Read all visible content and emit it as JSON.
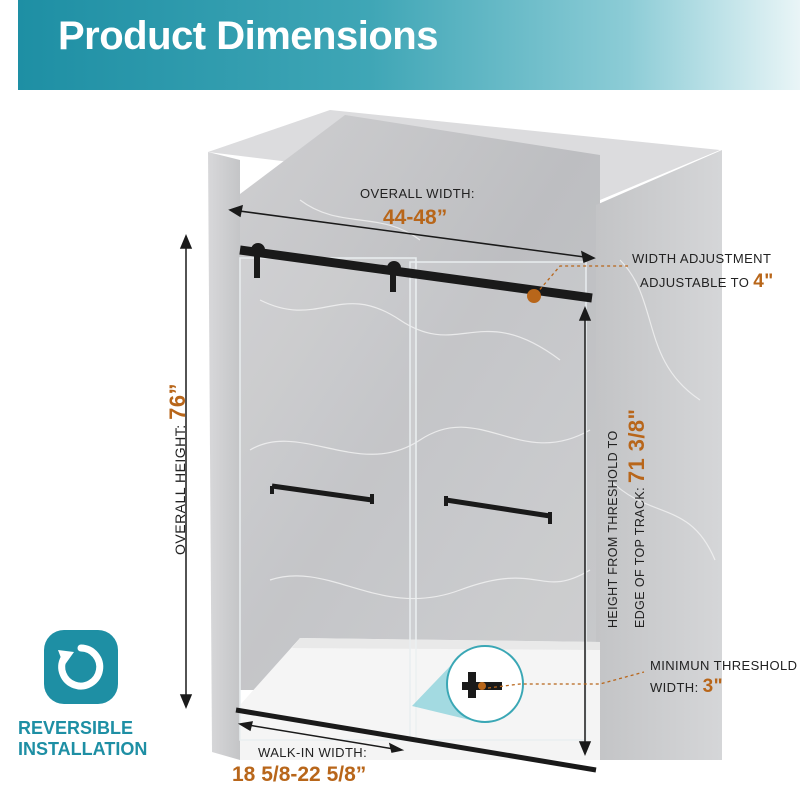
{
  "banner": {
    "title": "Product Dimensions"
  },
  "dimensions": {
    "overall_width": {
      "label": "OVERALL WIDTH:",
      "value": "44-48”"
    },
    "width_adjustment": {
      "label": "WIDTH ADJUSTMENT",
      "prefix": "ADJUSTABLE TO",
      "value": "4\""
    },
    "overall_height": {
      "label": "OVERALL HEIGHT:",
      "value": "76”"
    },
    "threshold_height": {
      "line1": "HEIGHT FROM THRESHOLD TO",
      "line2": "EDGE OF TOP TRACK:",
      "value": "71 3/8\""
    },
    "min_threshold": {
      "line1": "MINIMUN THRESHOLD",
      "line2": "WIDTH:",
      "value": "3\""
    },
    "walk_in_width": {
      "label": "WALK-IN WIDTH:",
      "value": "18 5/8-22 5/8”"
    }
  },
  "feature": {
    "icon": "reversible-icon",
    "line1": "REVERSIBLE",
    "line2": "INSTALLATION"
  },
  "colors": {
    "accent": "#1e8fa4",
    "value": "#b8661a",
    "hardware": "#1a1a1a"
  }
}
